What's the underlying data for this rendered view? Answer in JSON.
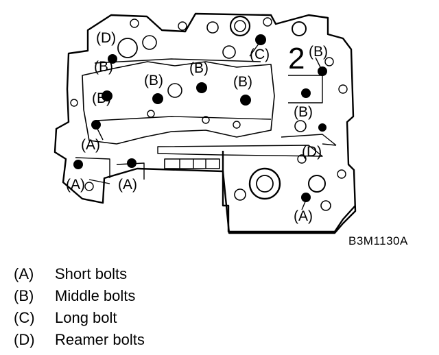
{
  "diagram": {
    "callouts": {
      "a1": "(A)",
      "a2": "(A)",
      "a3": "(A)",
      "a4": "(A)",
      "b1": "(B)",
      "b2": "(B)",
      "b3": "(B)",
      "b4": "(B)",
      "b5": "(B)",
      "b6": "(B)",
      "b7": "(B)",
      "c1": "(C)",
      "d1": "(D)",
      "d2": "(D)"
    },
    "section_number": "2",
    "figure_code": "B3M1130A"
  },
  "legend": [
    {
      "key": "(A)",
      "text": "Short bolts"
    },
    {
      "key": "(B)",
      "text": "Middle bolts"
    },
    {
      "key": "(C)",
      "text": "Long bolt"
    },
    {
      "key": "(D)",
      "text": "Reamer bolts"
    }
  ]
}
